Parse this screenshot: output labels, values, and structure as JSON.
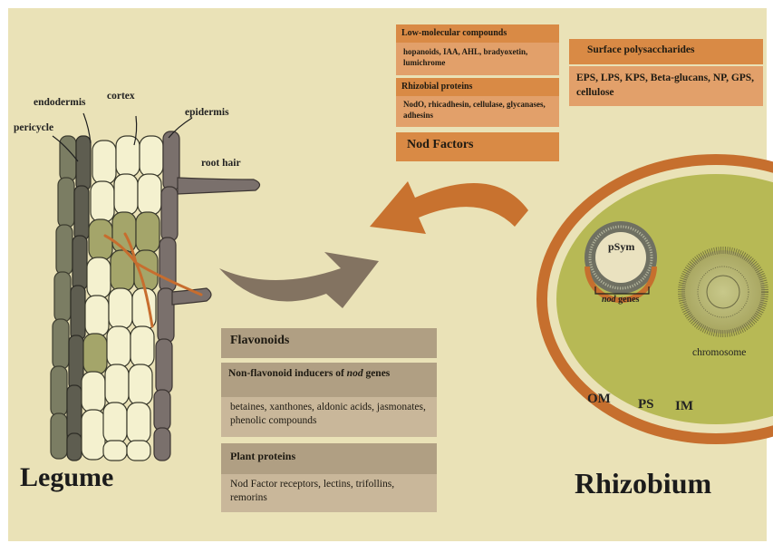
{
  "root": {
    "endodermis": "endodermis",
    "cortex": "cortex",
    "pericycle": "pericycle",
    "epidermis": "epidermis",
    "root_hair": "root hair"
  },
  "plant_signals": {
    "flavonoids": "Flavonoids",
    "non_flavonoid_prefix": "Non-flavonoid inducers of ",
    "non_flavonoid_italic": "nod",
    "non_flavonoid_suffix": " genes",
    "non_flavonoid_body": "betaines, xanthones, aldonic acids, jasmonates, phenolic compounds",
    "plant_proteins_title": "Plant proteins",
    "plant_proteins_body": "Nod Factor receptors, lectins, trifollins, remorins"
  },
  "rhizobial_signals": {
    "low_mol_title": "Low-molecular compounds",
    "low_mol_body": "hopanoids, IAA, AHL, bradyoxetin, lumichrome",
    "proteins_title": "Rhizobial proteins",
    "proteins_body": "NodO, rhicadhesin, cellulase, glycanases, adhesins",
    "nod_factors": "Nod Factors",
    "surface_title": "Surface  polysaccharides",
    "surface_body": "EPS, LPS, KPS, Beta-glucans, NP, GPS, cellulose"
  },
  "cell": {
    "psym": "pSym",
    "nod_genes_italic": "nod",
    "nod_genes_suffix": " genes",
    "chromosome": "chromosome",
    "om": "OM",
    "ps": "PS",
    "im": "IM"
  },
  "labels": {
    "legume": "Legume",
    "rhizobium": "Rhizobium"
  },
  "colors": {
    "background": "#eae2b7",
    "orange_box": "#d98a45",
    "tan_box": "#b09f83",
    "cell_outer": "#c66f2e",
    "cell_inner": "#b9bd59"
  }
}
